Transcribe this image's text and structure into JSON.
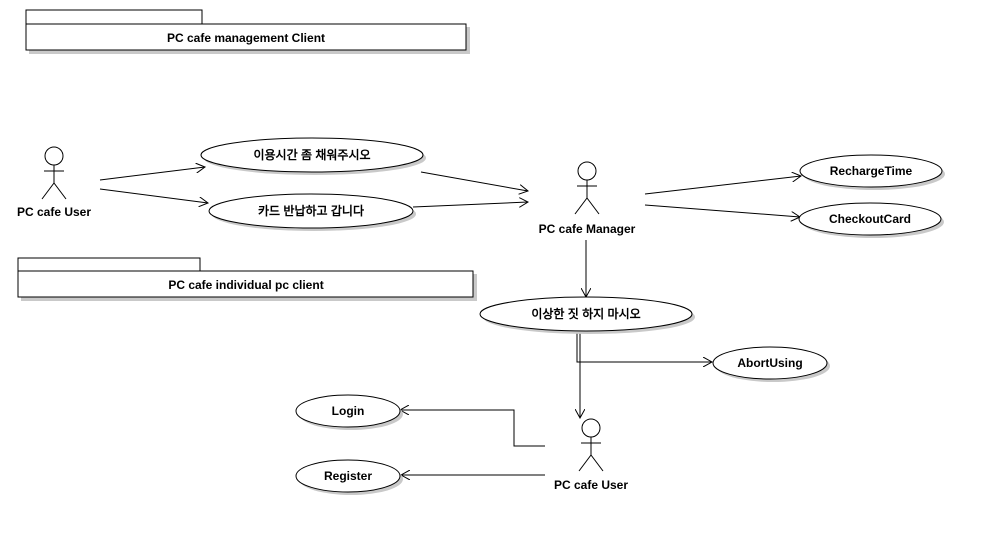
{
  "packages": {
    "management_client": "PC cafe management Client",
    "individual_client": "PC cafe individual pc client"
  },
  "actors": {
    "user_top": "PC cafe User",
    "manager": "PC cafe Manager",
    "user_bottom": "PC cafe User"
  },
  "use_cases": {
    "fill_time": "이용시간 좀 채워주시오",
    "return_card": "카드 반납하고 갑니다",
    "recharge_time": "RechargeTime",
    "checkout_card": "CheckoutCard",
    "behave": "이상한 짓 하지 마시오",
    "abort_using": "AbortUsing",
    "login": "Login",
    "register": "Register"
  }
}
